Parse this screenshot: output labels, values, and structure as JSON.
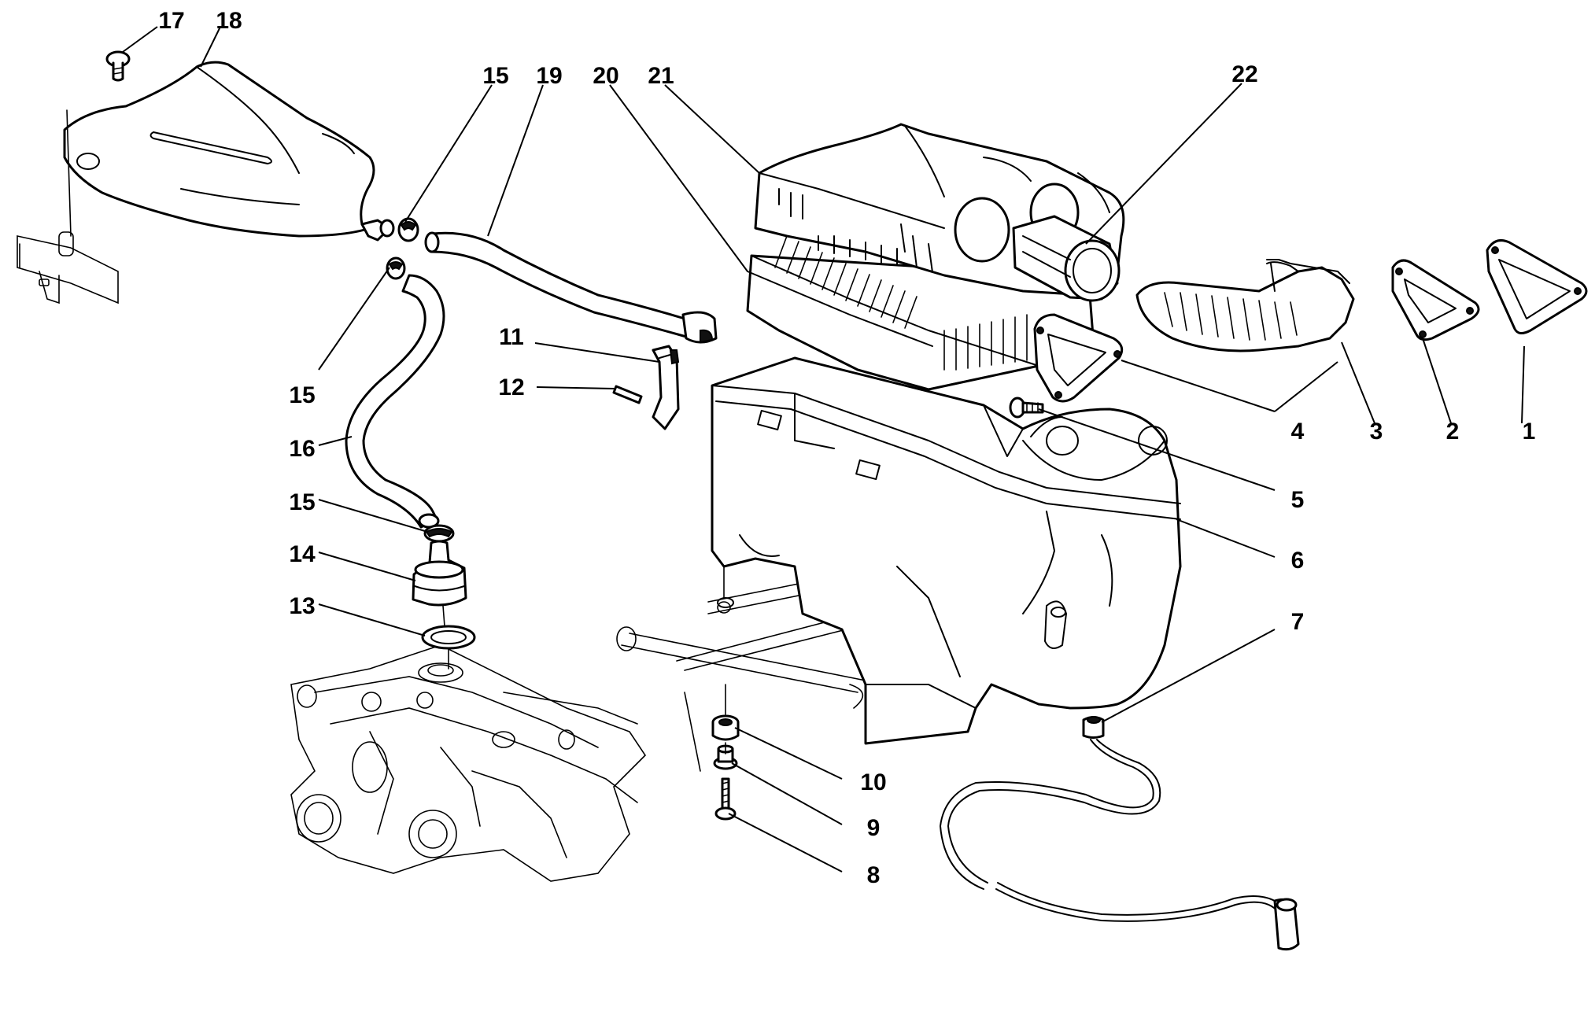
{
  "callouts": [
    {
      "id": "1",
      "label": "1"
    },
    {
      "id": "2",
      "label": "2"
    },
    {
      "id": "3",
      "label": "3"
    },
    {
      "id": "4",
      "label": "4"
    },
    {
      "id": "5",
      "label": "5"
    },
    {
      "id": "6",
      "label": "6"
    },
    {
      "id": "7",
      "label": "7"
    },
    {
      "id": "8",
      "label": "8"
    },
    {
      "id": "9",
      "label": "9"
    },
    {
      "id": "10",
      "label": "10"
    },
    {
      "id": "11",
      "label": "11"
    },
    {
      "id": "12",
      "label": "12"
    },
    {
      "id": "13",
      "label": "13"
    },
    {
      "id": "14",
      "label": "14"
    },
    {
      "id": "15a",
      "label": "15"
    },
    {
      "id": "15b",
      "label": "15"
    },
    {
      "id": "15c",
      "label": "15"
    },
    {
      "id": "16",
      "label": "16"
    },
    {
      "id": "17",
      "label": "17"
    },
    {
      "id": "18",
      "label": "18"
    },
    {
      "id": "19",
      "label": "19"
    },
    {
      "id": "20",
      "label": "20"
    },
    {
      "id": "21",
      "label": "21"
    },
    {
      "id": "22",
      "label": "22"
    }
  ],
  "colors": {
    "line": "#000000",
    "background": "#ffffff"
  }
}
